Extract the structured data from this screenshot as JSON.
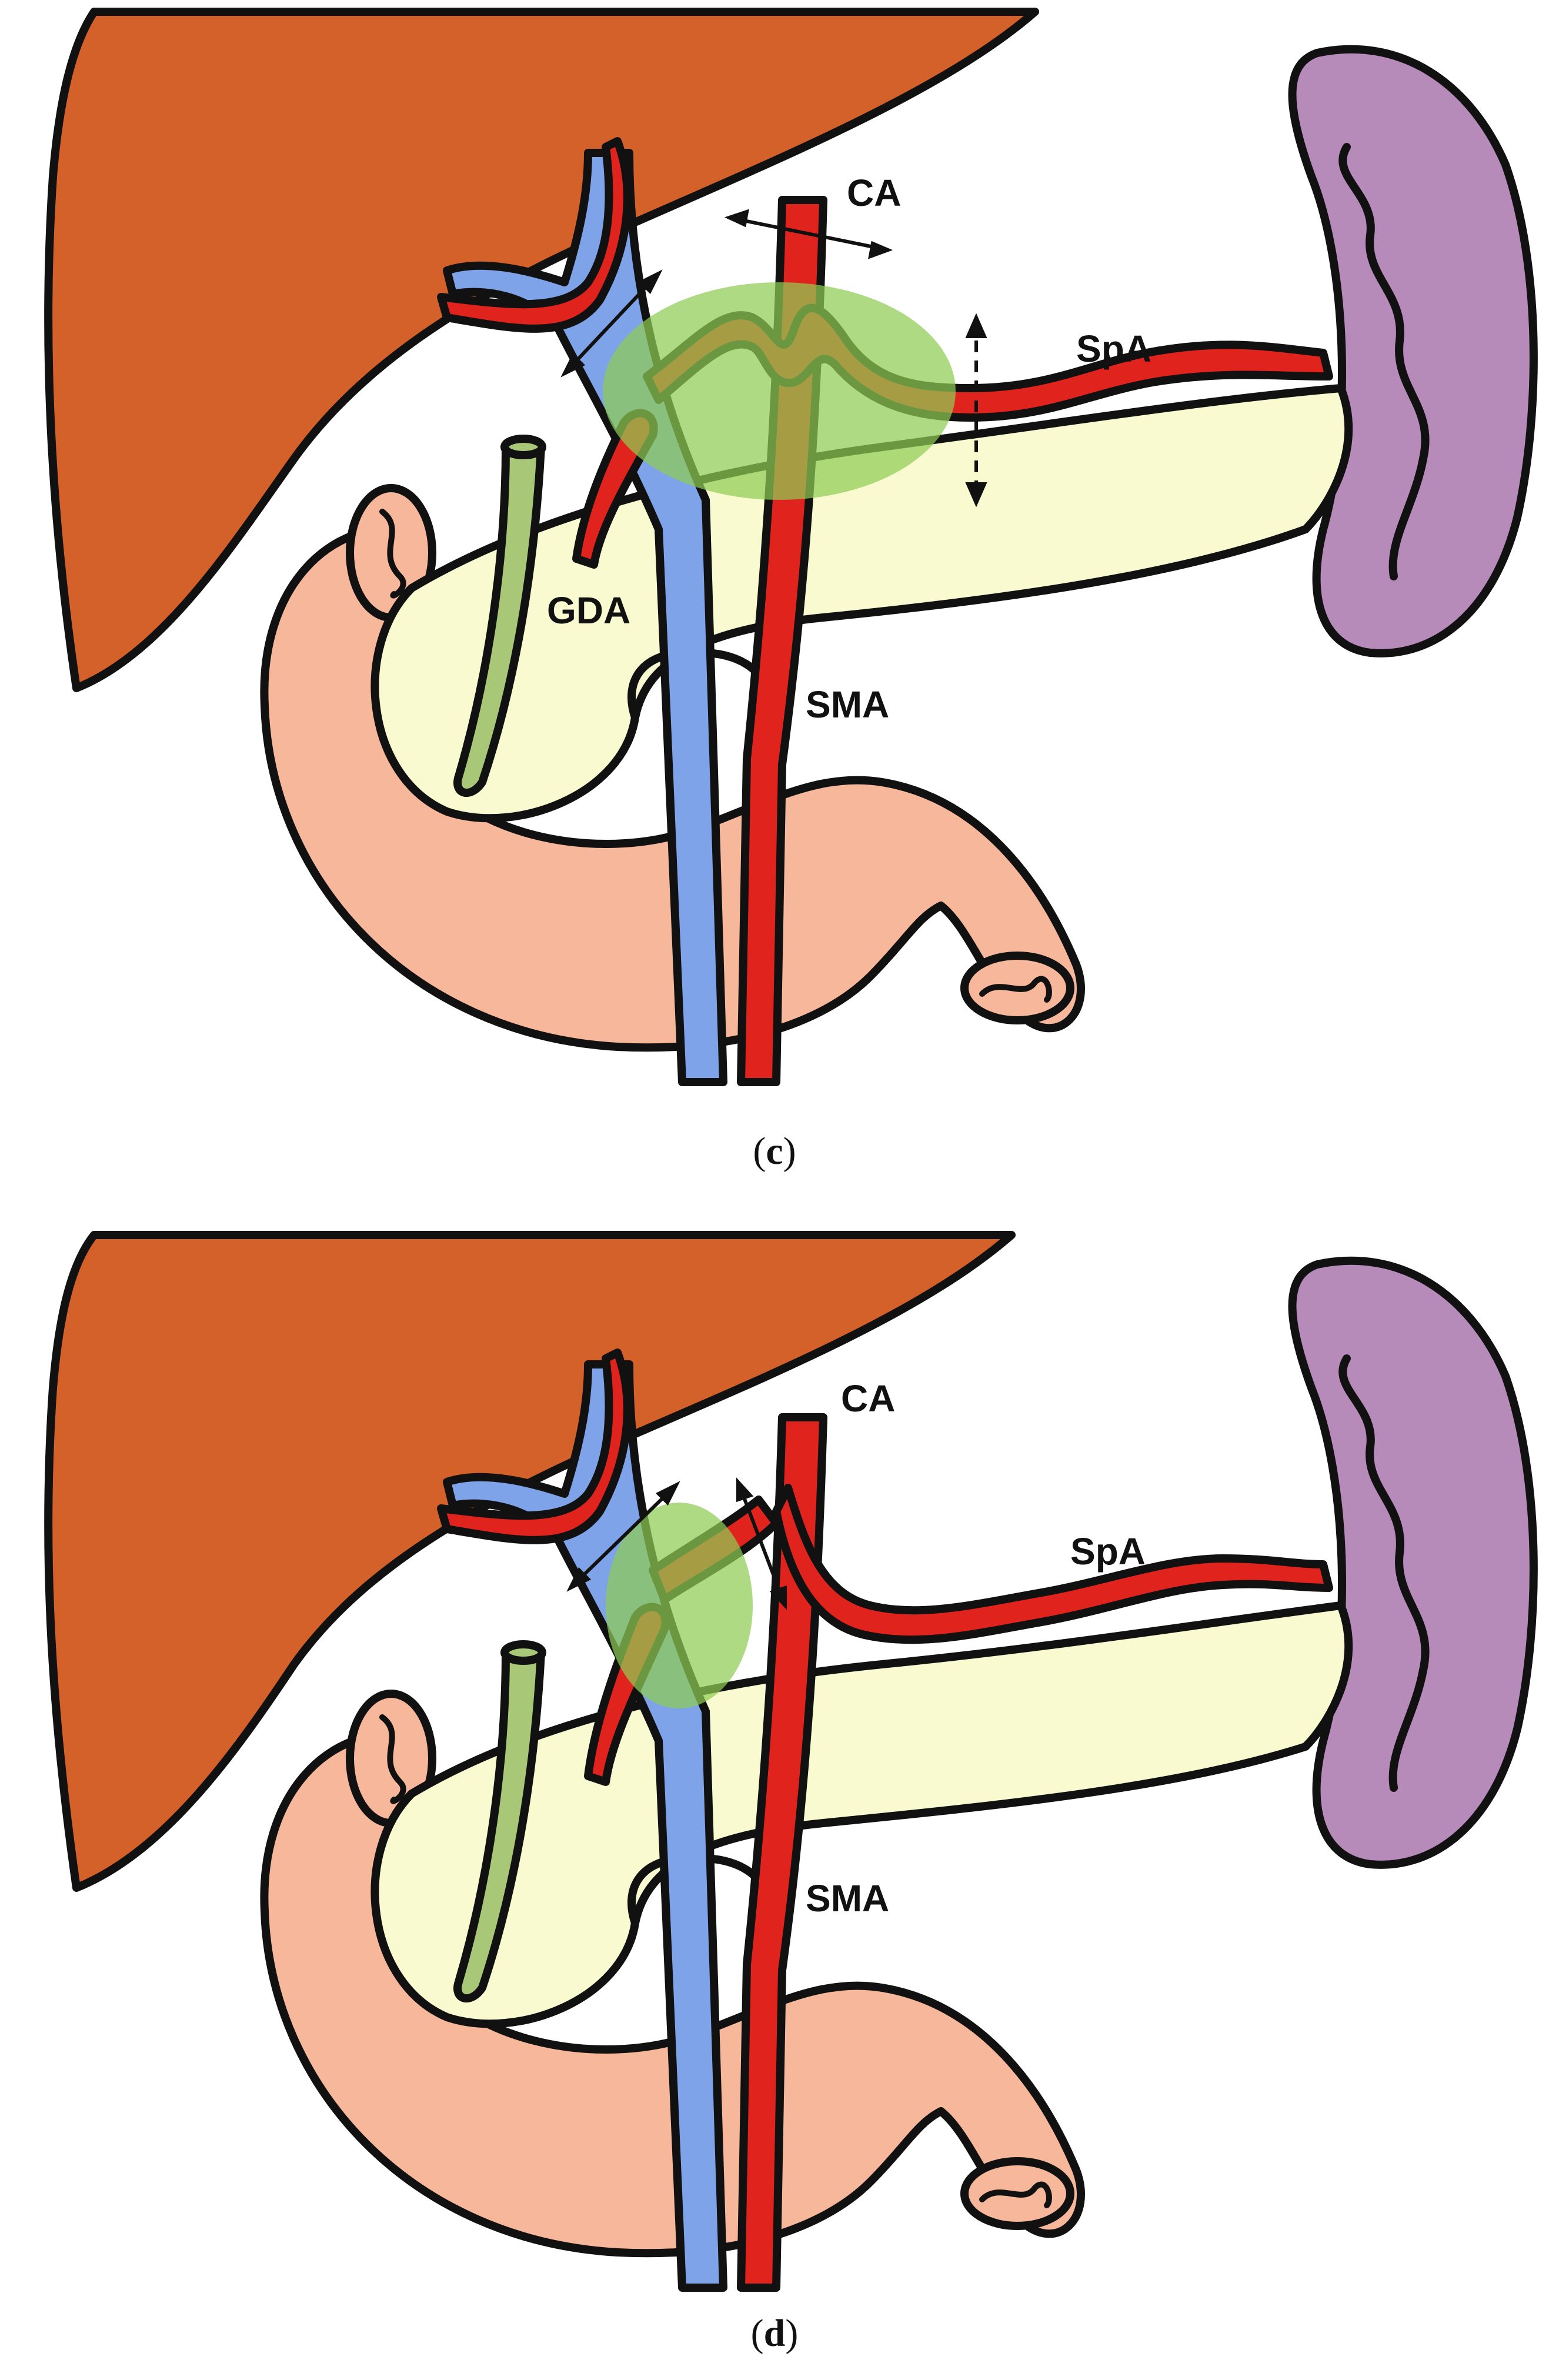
{
  "panels": [
    {
      "id": "c",
      "caption_open": "(",
      "caption_letter": "c",
      "caption_close": ")",
      "labels": {
        "ca": "CA",
        "spa": "SpA",
        "gda": "GDA",
        "sma": "SMA"
      }
    },
    {
      "id": "d",
      "caption_open": "(",
      "caption_letter": "d",
      "caption_close": ")",
      "labels": {
        "ca": "CA",
        "spa": "SpA",
        "sma": "SMA"
      }
    }
  ],
  "colors": {
    "liver": "#d4612a",
    "spleen": "#b68ab9",
    "pancreas": "#fafad0",
    "duodenum": "#f6b79a",
    "artery": "#e0231c",
    "vein": "#7fa3e8",
    "bile_duct": "#a8c878",
    "highlight": "#8fcc55",
    "outline": "#111111"
  }
}
